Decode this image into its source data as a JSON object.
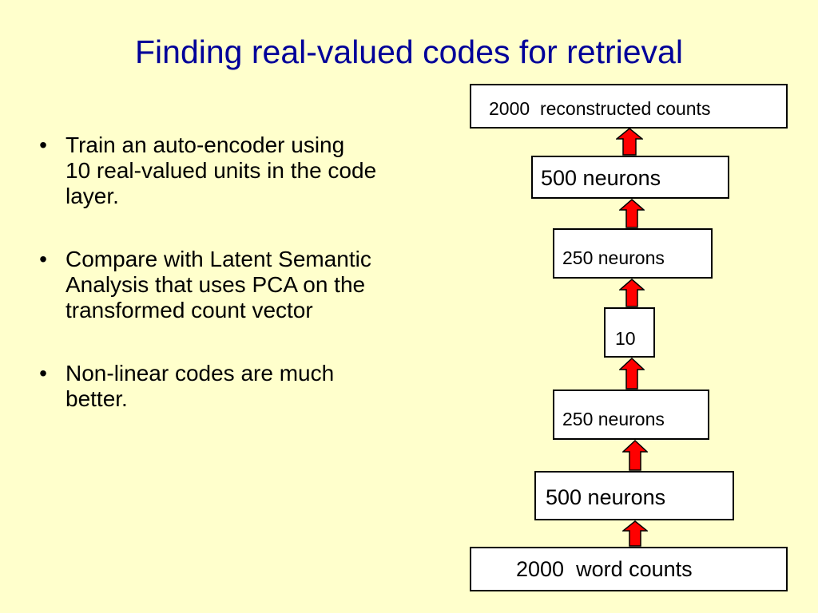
{
  "slide": {
    "title": "Finding real-valued codes for retrieval",
    "bullets": [
      {
        "line1": "Train an auto-encoder using",
        "line2": "10 real-valued units in the code",
        "line3": "layer."
      },
      {
        "line1": "Compare with Latent Semantic",
        "line2": "Analysis that uses PCA on the",
        "line3": "transformed count vector"
      },
      {
        "line1": "Non-linear codes are much",
        "line2": "better."
      }
    ],
    "bullet_symbol": "•"
  },
  "diagram": {
    "layers": [
      {
        "label": "2000  reconstructed counts"
      },
      {
        "label": "500 neurons"
      },
      {
        "label": "250 neurons"
      },
      {
        "label": "10"
      },
      {
        "label": "250 neurons"
      },
      {
        "label": "500 neurons"
      },
      {
        "label": "2000  word counts"
      }
    ],
    "arrow_color": "#ff0000",
    "arrow_direction": "up"
  }
}
